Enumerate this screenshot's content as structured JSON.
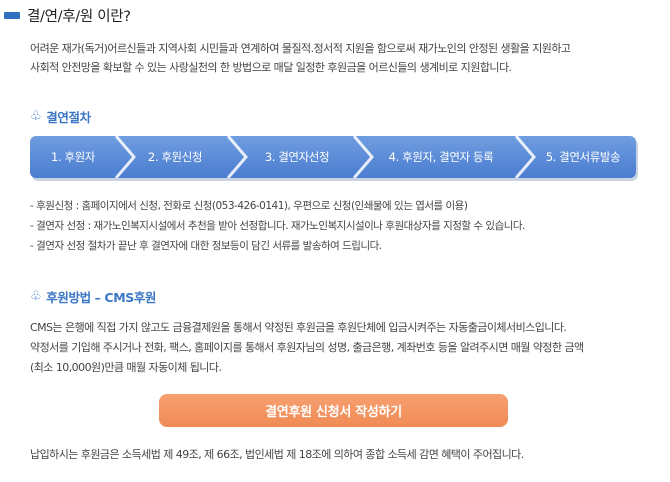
{
  "title": "결/연/후/원 이란?",
  "intro": {
    "line1": "어려운 재가(독거)어르신들과 지역사회 시민들과 연계하여 물질적.정서적 지원을 함으로써 재가노인의 안정된 생활을 지원하고",
    "line2": "사회적 안전망을 확보할 수 있는 사랑실천의 한 방법으로 매달 일정한 후원금을 어르신들의 생계비로 지원합니다."
  },
  "procedure": {
    "heading": "결연절차",
    "icon": "club-icon",
    "steps": [
      "1. 후원자",
      "2. 후원신청",
      "3. 결연자선정",
      "4. 후원자, 결연자 등록",
      "5. 결연서류발송"
    ],
    "bar_color": "#5a8ad8",
    "notes": [
      "- 후원신청 : 홈페이지에서 신청, 전화로 신청(053-426-0141), 우편으로 신청(인쇄물에 있는 엽서를 이용)",
      "- 결연자 선정 : 재가노인복지시설에서 추천을 받아 선정합니다. 재가노인복지시설이나 후원대상자를 지정할 수 있습니다.",
      "- 결연자 선정 절차가 끝난 후 결연자에 대한 정보등이 담긴 서류를 발송하여 드립니다."
    ]
  },
  "cms": {
    "heading": "후원방법 – CMS후원",
    "line1": "CMS는 은행에 직접 가지 않고도 금융결제원을 통해서 약정된 후원금을 후원단체에 입금시켜주는 자동출금이체서비스입니다.",
    "line2": "약정서를 기입해 주시거나 전화, 팩스, 홈페이지를 통해서 후원자님의 성명, 출금은행, 계좌번호 등을 알려주시면 매월 약정한 금액",
    "line3": "(최소 10,000원)만큼 매월 자동이체 됩니다."
  },
  "apply_button": {
    "label": "결연후원 신청서 작성하기",
    "color": "#f2925e"
  },
  "footer": "납입하시는 후원금은 소득세법 제 49조, 제 66조, 법인세법 제 18조에 의하여 종합 소득세 감면 혜택이 주어집니다."
}
